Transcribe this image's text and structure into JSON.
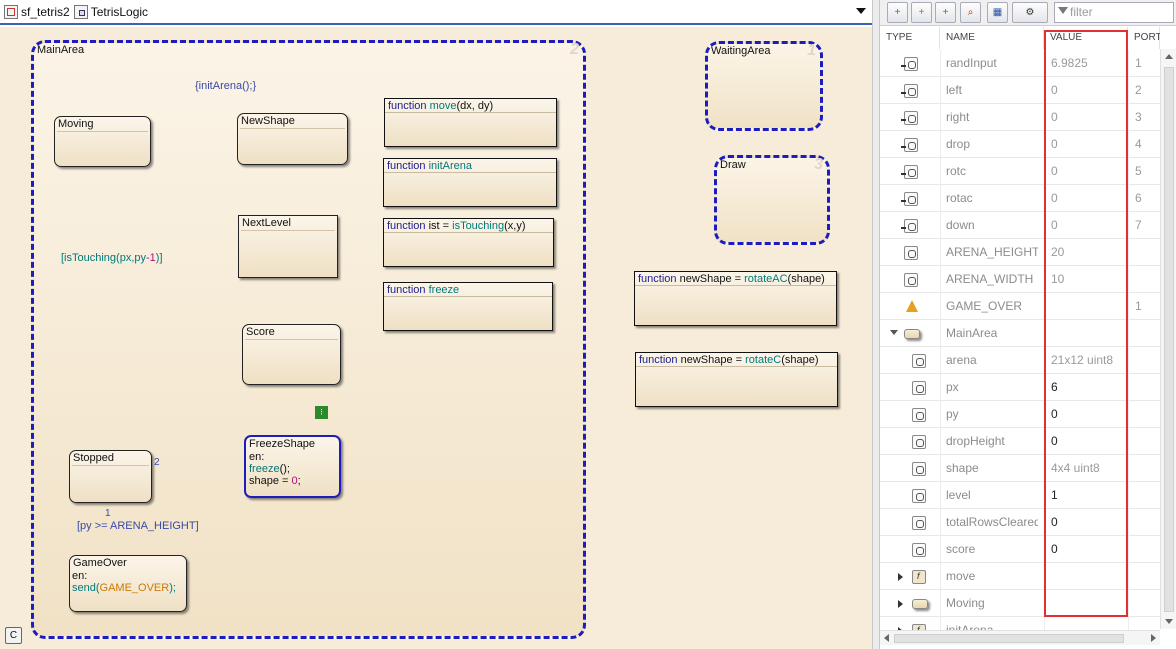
{
  "breadcrumb": {
    "items": [
      {
        "label": "sf_tetris2",
        "icon": "model-icon"
      },
      {
        "label": "TetrisLogic",
        "icon": "chart-icon"
      }
    ]
  },
  "chart": {
    "superstates": [
      {
        "name": "MainArea",
        "number": "2"
      },
      {
        "name": "WaitingArea",
        "number": "1"
      },
      {
        "name": "Draw",
        "number": "3"
      }
    ],
    "default_action": "{initArena();}",
    "states": {
      "moving": "Moving",
      "new_shape": "NewShape",
      "next_level": "NextLevel",
      "score": "Score",
      "stopped": "Stopped",
      "freeze_shape": "FreezeShape",
      "game_over": "GameOver"
    },
    "freeze_code": {
      "l1": "en:",
      "l2a": "freeze",
      "l2b": "();",
      "l3a": "shape = ",
      "l3b": "0",
      "l3c": ";"
    },
    "gameover_code": {
      "l1": "en:",
      "l2a": "send(",
      "l2b": "GAME_OVER",
      "l2c": ");"
    },
    "functions": [
      {
        "kw": "function",
        "pre": " ",
        "name": "move",
        "post": "(dx, dy)"
      },
      {
        "kw": "function",
        "pre": " ",
        "name": "initArena",
        "post": ""
      },
      {
        "kw": "function",
        "pre": " ist = ",
        "name": "isTouching",
        "post": "(x,y)"
      },
      {
        "kw": "function",
        "pre": " ",
        "name": "freeze",
        "post": ""
      },
      {
        "kw": "function",
        "pre": " newShape = ",
        "name": "rotateAC",
        "post": "(shape)"
      },
      {
        "kw": "function",
        "pre": " newShape = ",
        "name": "rotateC",
        "post": "(shape)"
      }
    ],
    "transitions": {
      "touching_a": "[isTouching(px,py",
      "touching_b": "-1",
      "touching_c": ")]",
      "priority_1": "1",
      "priority_2": "2",
      "arena_cond": "[py >= ARENA_HEIGHT]"
    },
    "status_icon": "C",
    "debug_badge": "⁝"
  },
  "toolbar": {
    "filter_placeholder": "filter",
    "buttons": [
      {
        "name": "add-data-button",
        "glyph": "+"
      },
      {
        "name": "add-event-button",
        "glyph": "+"
      },
      {
        "name": "add-message-button",
        "glyph": "+"
      },
      {
        "name": "find-button",
        "glyph": "⌕"
      },
      {
        "name": "hierarchy-button",
        "glyph": "▦"
      },
      {
        "name": "settings-button",
        "glyph": "⚙"
      }
    ]
  },
  "table": {
    "headers": {
      "type": "TYPE",
      "name": "NAME",
      "value": "VALUE",
      "port": "PORT"
    },
    "rows": [
      {
        "kind": "input",
        "name": "randInput",
        "value": "6.9825",
        "port": "1",
        "indent": 0
      },
      {
        "kind": "input",
        "name": "left",
        "value": "0",
        "port": "2",
        "indent": 0
      },
      {
        "kind": "input",
        "name": "right",
        "value": "0",
        "port": "3",
        "indent": 0
      },
      {
        "kind": "input",
        "name": "drop",
        "value": "0",
        "port": "4",
        "indent": 0
      },
      {
        "kind": "input",
        "name": "rotc",
        "value": "0",
        "port": "5",
        "indent": 0
      },
      {
        "kind": "input",
        "name": "rotac",
        "value": "0",
        "port": "6",
        "indent": 0
      },
      {
        "kind": "input",
        "name": "down",
        "value": "0",
        "port": "7",
        "indent": 0
      },
      {
        "kind": "const",
        "name": "ARENA_HEIGHT",
        "value": "20",
        "port": "",
        "indent": 0
      },
      {
        "kind": "const",
        "name": "ARENA_WIDTH",
        "value": "10",
        "port": "",
        "indent": 0
      },
      {
        "kind": "event",
        "name": "GAME_OVER",
        "value": "",
        "port": "1",
        "indent": 0
      },
      {
        "kind": "state",
        "name": "MainArea",
        "value": "",
        "port": "",
        "indent": 0,
        "expander": "down"
      },
      {
        "kind": "local",
        "name": "arena",
        "value": "21x12 uint8",
        "port": "",
        "indent": 1
      },
      {
        "kind": "local",
        "name": "px",
        "value": "6",
        "port": "",
        "indent": 1,
        "dark": true
      },
      {
        "kind": "local",
        "name": "py",
        "value": "0",
        "port": "",
        "indent": 1,
        "dark": true
      },
      {
        "kind": "local",
        "name": "dropHeight",
        "value": "0",
        "port": "",
        "indent": 1,
        "dark": true
      },
      {
        "kind": "local",
        "name": "shape",
        "value": "4x4 uint8",
        "port": "",
        "indent": 1
      },
      {
        "kind": "local",
        "name": "level",
        "value": "1",
        "port": "",
        "indent": 1,
        "dark": true
      },
      {
        "kind": "local",
        "name": "totalRowsCleared",
        "value": "0",
        "port": "",
        "indent": 1,
        "dark": true
      },
      {
        "kind": "local",
        "name": "score",
        "value": "0",
        "port": "",
        "indent": 1,
        "dark": true
      },
      {
        "kind": "fnc",
        "name": "move",
        "value": "",
        "port": "",
        "indent": 1,
        "expander": "right"
      },
      {
        "kind": "state",
        "name": "Moving",
        "value": "",
        "port": "",
        "indent": 1,
        "expander": "right"
      },
      {
        "kind": "fnc",
        "name": "initArena",
        "value": "",
        "port": "",
        "indent": 1,
        "expander": "right"
      }
    ]
  },
  "colors": {
    "canvas": "#f7ecd9",
    "superstate_border": "#1d1dbe",
    "transition": "#7a86c4",
    "highlight": "#e03030",
    "active_transition": "#2c8a2c"
  }
}
